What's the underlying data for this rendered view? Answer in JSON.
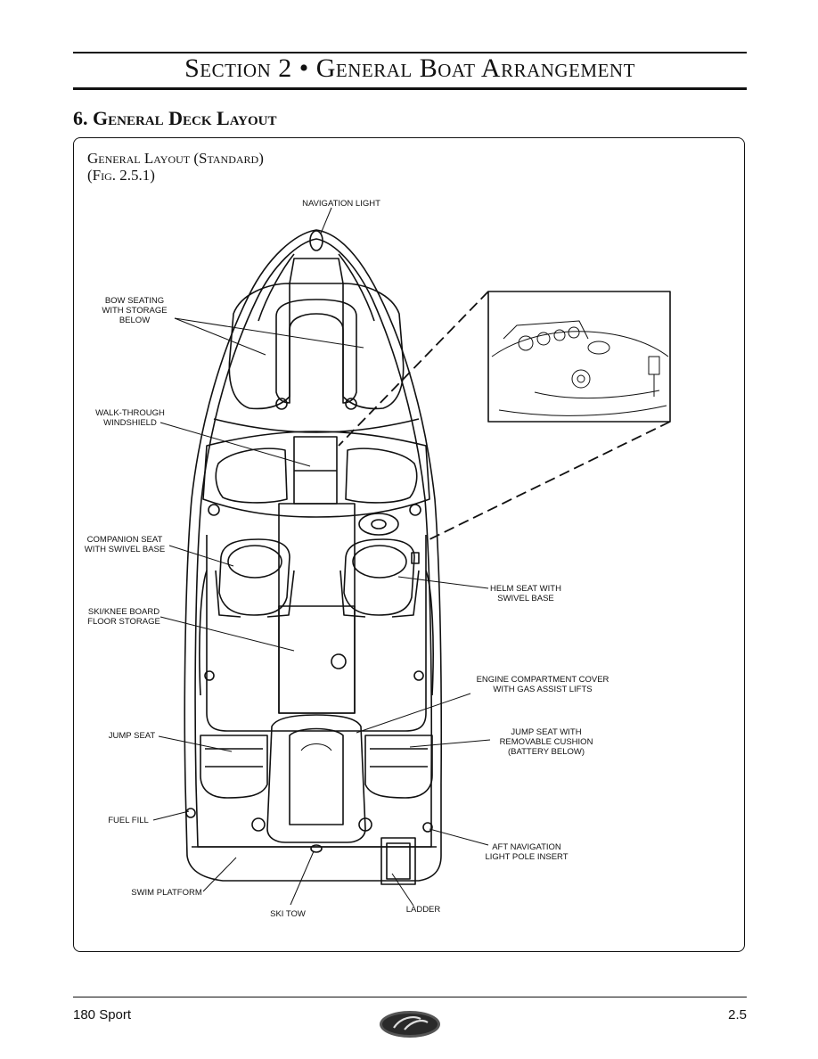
{
  "section_title": "Section 2 • General Boat Arrangement",
  "subsection_title": "6. General Deck Layout",
  "figure": {
    "caption_line1": "General Layout (Standard)",
    "caption_line2": "(Fig. 2.5.1)"
  },
  "labels": {
    "navigation_light": "NAVIGATION LIGHT",
    "bow_seating": "BOW SEATING\nWITH STORAGE\nBELOW",
    "walk_through_windshield": "WALK-THROUGH\nWINDSHIELD",
    "companion_seat": "COMPANION SEAT\nWITH SWIVEL BASE",
    "ski_storage": "SKI/KNEE BOARD\nFLOOR STORAGE",
    "jump_seat": "JUMP SEAT",
    "fuel_fill": "FUEL FILL",
    "swim_platform": "SWIM PLATFORM",
    "ski_tow": "SKI TOW",
    "ladder": "LADDER",
    "helm_seat": "HELM SEAT WITH\nSWIVEL BASE",
    "engine_cover": "ENGINE COMPARTMENT COVER\nWITH GAS ASSIST LIFTS",
    "jump_seat_cushion": "JUMP SEAT WITH\nREMOVABLE CUSHION\n(BATTERY BELOW)",
    "aft_nav_light": "AFT NAVIGATION\nLIGHT POLE INSERT"
  },
  "footer": {
    "model": "180 Sport",
    "page": "2.5"
  }
}
